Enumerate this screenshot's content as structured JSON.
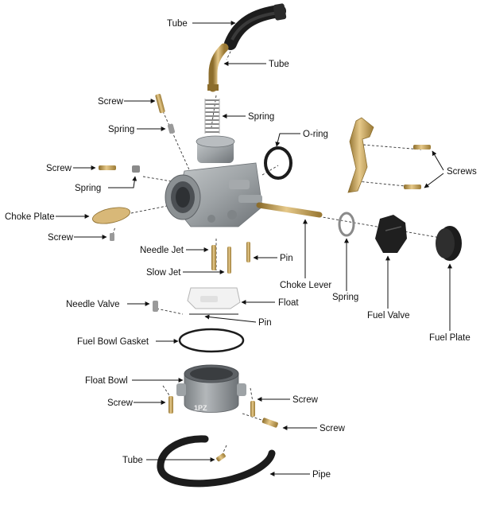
{
  "colors": {
    "metal": "#9ea3a6",
    "metal_dark": "#6e7377",
    "brass": "#c9a45a",
    "brass_dark": "#8c6d2c",
    "rubber": "#1c1c1c",
    "white_part": "#f2f2f2"
  },
  "labels": {
    "tube_top": "Tube",
    "tube_brass": "Tube",
    "screw_top": "Screw",
    "spring_top": "Spring",
    "spring_needle": "Spring",
    "o_ring": "O-ring",
    "screw_left": "Screw",
    "spring_left": "Spring",
    "choke_plate": "Choke Plate",
    "screw_choke": "Screw",
    "screws_right": "Screws",
    "needle_jet": "Needle Jet",
    "slow_jet": "Slow Jet",
    "pin_top": "Pin",
    "choke_lever": "Choke Lever",
    "spring_right": "Spring",
    "fuel_valve": "Fuel Valve",
    "fuel_plate": "Fuel Plate",
    "needle_valve": "Needle Valve",
    "float": "Float",
    "pin_float": "Pin",
    "fuel_bowl_gasket": "Fuel Bowl Gasket",
    "float_bowl": "Float Bowl",
    "screw_bowl_left": "Screw",
    "screw_bowl_right": "Screw",
    "screw_drain": "Screw",
    "tube_bottom": "Tube",
    "pipe": "Pipe"
  },
  "bowl_mark": "1PZ"
}
